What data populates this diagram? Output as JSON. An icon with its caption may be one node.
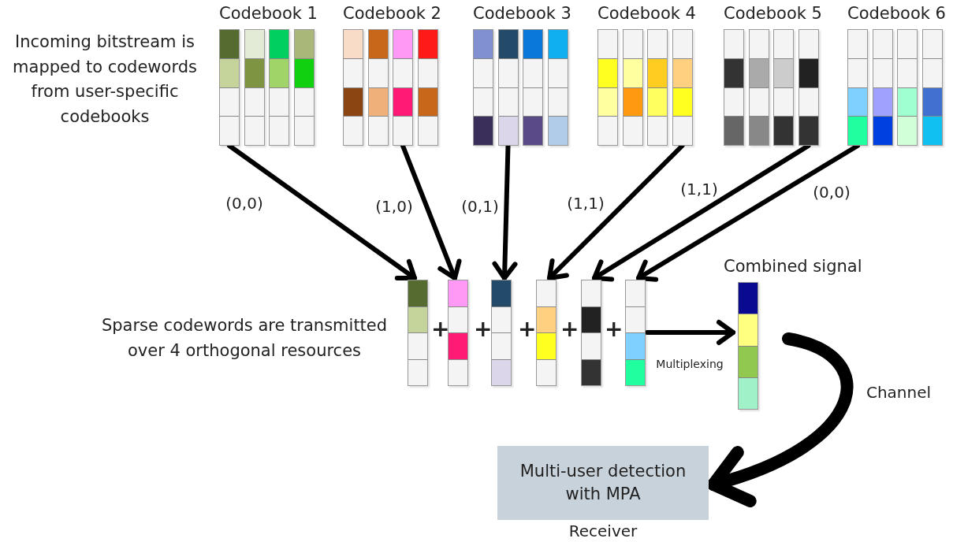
{
  "diagram": {
    "nodes": [
      {
        "text": [
          "Codebook 1"
        ]
      },
      {
        "text": [],
        "shape": "bar",
        "in": 0
      },
      {
        "text": [],
        "shape": "bar",
        "in": 0
      },
      {
        "text": [],
        "shape": "bar",
        "in": 0
      },
      {
        "text": [],
        "shape": "bar",
        "in": 0
      },
      {
        "text": [
          "Codebook 2"
        ]
      },
      {
        "text": [],
        "shape": "bar",
        "in": 5
      },
      {
        "text": [],
        "shape": "bar",
        "in": 5
      },
      {
        "text": [],
        "shape": "bar",
        "in": 5
      },
      {
        "text": [],
        "shape": "bar",
        "in": 5
      },
      {
        "text": [
          "Codebook 3"
        ]
      },
      {
        "text": [],
        "shape": "bar",
        "in": 10
      },
      {
        "text": [],
        "shape": "bar",
        "in": 10
      },
      {
        "text": [],
        "shape": "bar",
        "in": 10
      },
      {
        "text": [],
        "shape": "bar",
        "in": 10
      },
      {
        "text": [
          "Codebook 4"
        ]
      },
      {
        "text": [],
        "shape": "bar",
        "in": 15
      },
      {
        "text": [],
        "shape": "bar",
        "in": 15
      },
      {
        "text": [],
        "shape": "bar",
        "in": 15
      },
      {
        "text": [],
        "shape": "bar",
        "in": 15
      },
      {
        "text": [
          "Codebook 5"
        ]
      },
      {
        "text": [],
        "shape": "bar",
        "in": 20
      },
      {
        "text": [],
        "shape": "bar",
        "in": 20
      },
      {
        "text": [],
        "shape": "bar",
        "in": 20
      },
      {
        "text": [],
        "shape": "bar",
        "in": 20
      },
      {
        "text": [
          "Codebook 6"
        ]
      },
      {
        "text": [],
        "shape": "bar",
        "in": 25
      },
      {
        "text": [],
        "shape": "bar",
        "in": 25
      },
      {
        "text": [],
        "shape": "bar",
        "in": 25
      },
      {
        "text": [],
        "shape": "bar",
        "in": 25
      },
      {
        "text": [],
        "shape": "bar"
      },
      {
        "text": [],
        "shape": "bar"
      },
      {
        "text": [],
        "shape": "bar"
      },
      {
        "text": [],
        "shape": "bar"
      },
      {
        "text": [],
        "shape": "bar"
      },
      {
        "text": [],
        "shape": "bar"
      },
      {
        "text": [
          "Combined signal"
        ]
      },
      {
        "text": [
          "Multi-user detection with MPA"
        ],
        "beside": [
          "Receiver"
        ]
      }
    ],
    "edges": [
      {
        "from": 1,
        "to": 30,
        "arrow": "to",
        "label": "(0,0)"
      },
      {
        "from": 8,
        "to": 31,
        "arrow": "to",
        "label": "(1,0)"
      },
      {
        "from": 12,
        "to": 32,
        "arrow": "to",
        "label": "(0,1)"
      },
      {
        "from": 19,
        "to": 33,
        "arrow": "to",
        "label": "(1,1)"
      },
      {
        "from": 24,
        "to": 34,
        "arrow": "to",
        "label": "(1,1)"
      },
      {
        "from": 26,
        "to": 35,
        "arrow": "to",
        "label": "(0,0)"
      },
      {
        "from": 35,
        "to": 36,
        "arrow": "to",
        "label": "Multiplexing"
      },
      {
        "from": 36,
        "to": 37,
        "arrow": "to",
        "label": "Channel",
        "style": "thick"
      }
    ],
    "labels": [
      "Incoming bitstream is mapped to codewords from user-specific codebooks",
      "Sparse codewords are transmitted over 4 orthogonal resources",
      "+",
      "+",
      "+",
      "+",
      "+"
    ]
  }
}
